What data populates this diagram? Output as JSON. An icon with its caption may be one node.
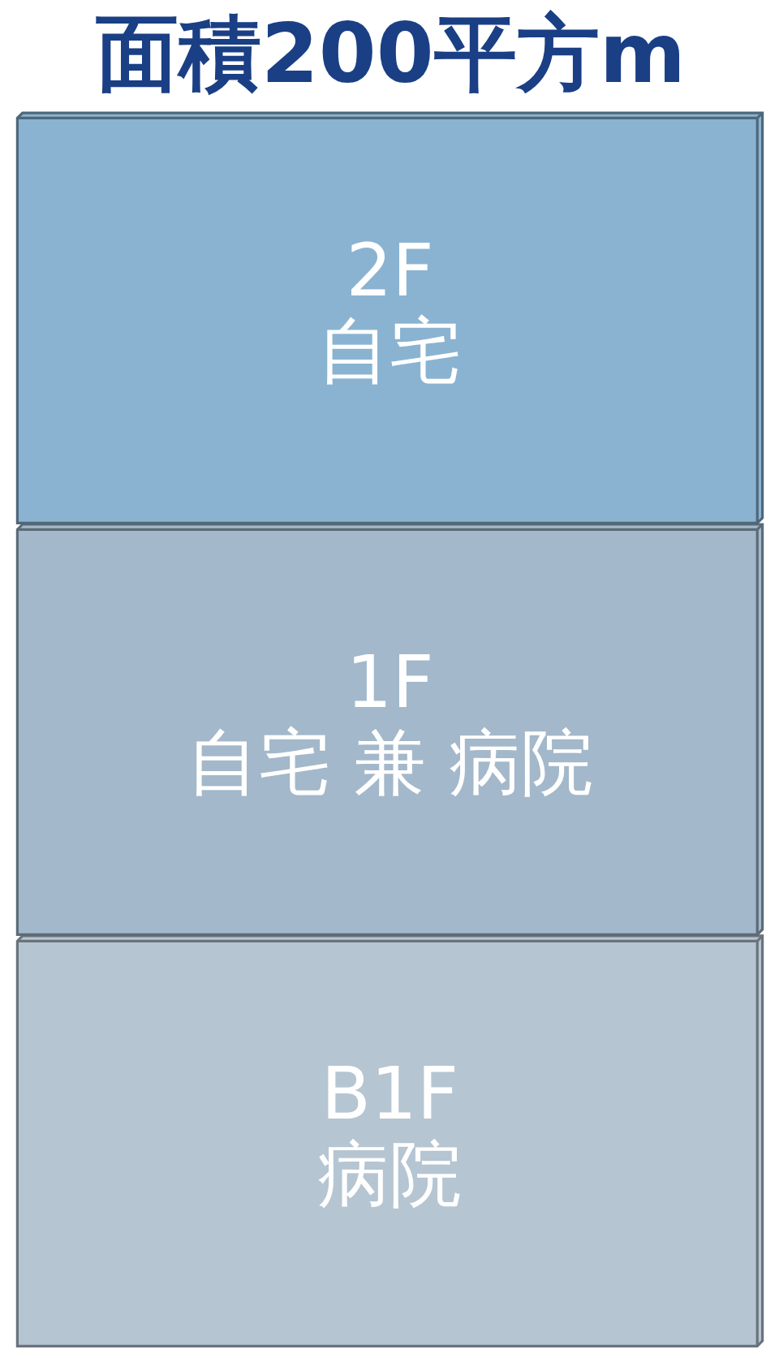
{
  "diagram": {
    "title": "面積200平方m",
    "nodes": [
      {
        "text": [
          "2F",
          "自宅"
        ]
      },
      {
        "text": [
          "1F",
          "自宅 兼 病院"
        ]
      },
      {
        "text": [
          "B1F",
          "病院"
        ]
      }
    ]
  }
}
